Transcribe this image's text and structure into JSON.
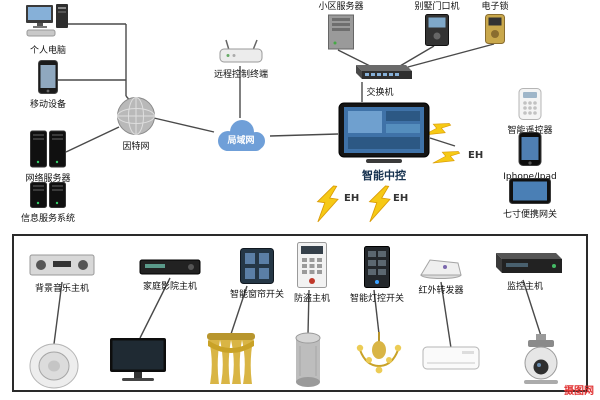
{
  "nodes": {
    "pc": "个人电脑",
    "mobile": "移动设备",
    "net_server": "网络服务器",
    "info_system": "信息服务系统",
    "internet": "因特网",
    "remote_terminal": "远程控制终端",
    "lan": "局域网",
    "community_server": "小区服务器",
    "door_machine": "别墅门口机",
    "elock": "电子锁",
    "switch": "交换机",
    "central": "智能中控",
    "remote_ctrl": "智能遥控器",
    "iphone_ipad": "Iphone/Ipad",
    "gateway7": "七寸便携网关",
    "eh": "EH"
  },
  "bottom_hosts": [
    "背景音乐主机",
    "家庭影院主机",
    "智能窗帘开关",
    "防盗主机",
    "智能灯控开关",
    "红外转发器",
    "监控主机"
  ],
  "colors": {
    "line": "#4a4a4a",
    "bolt": "#f6c915",
    "cloud": "#6f9fd8",
    "screen_blue": "#3f72a8"
  },
  "watermark": "摄图网"
}
